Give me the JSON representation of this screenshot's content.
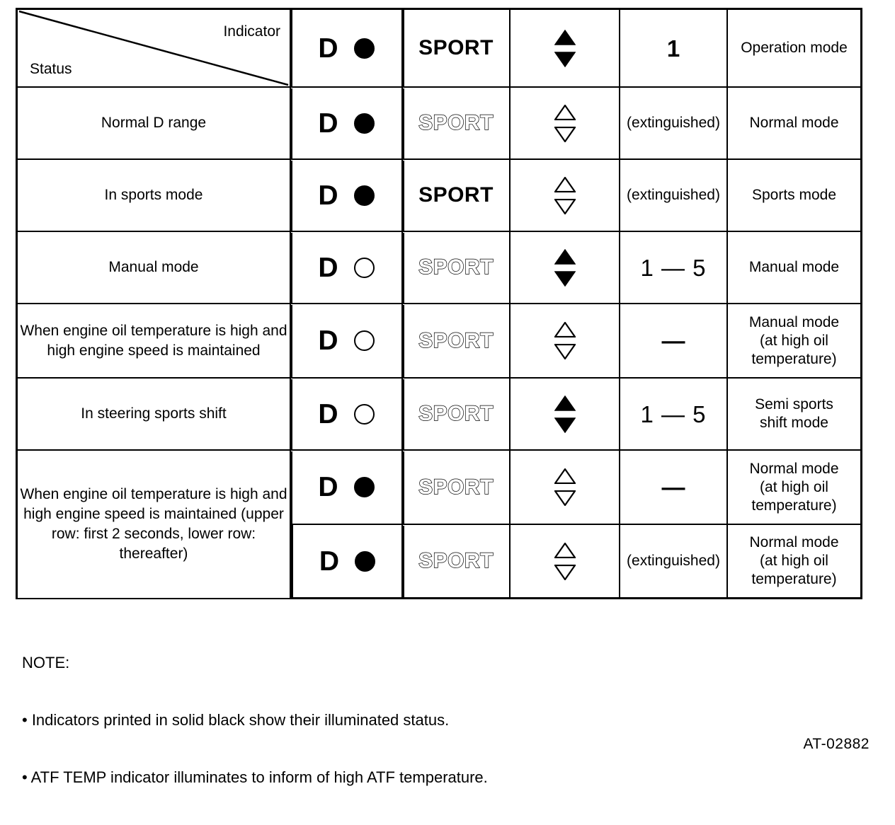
{
  "figure": {
    "id_label": "AT-02882"
  },
  "table": {
    "corner": {
      "indicator_label": "Indicator",
      "status_label": "Status",
      "diagonal": true
    },
    "columns": [
      {
        "key": "status",
        "header": "Status"
      },
      {
        "key": "d_lamp",
        "header_d": "D",
        "header_dot": "on"
      },
      {
        "key": "sport",
        "header": "SPORT",
        "header_state": "on"
      },
      {
        "key": "arrows",
        "header_up": "on",
        "header_down": "on"
      },
      {
        "key": "gear",
        "header": "1"
      },
      {
        "key": "mode",
        "header": "Operation mode"
      }
    ],
    "rows": [
      {
        "status": "Normal D range",
        "status_rowspan": 1,
        "d": "D",
        "dot": "off-filled",
        "sport": "SPORT",
        "sport_state": "off",
        "arrow_up": "off",
        "arrow_down": "off",
        "gear": "(extinguished)",
        "gear_style": "small",
        "mode": "Normal mode"
      },
      {
        "status": "In sports mode",
        "status_rowspan": 1,
        "d": "D",
        "dot": "off-filled",
        "sport": "SPORT",
        "sport_state": "on",
        "arrow_up": "off",
        "arrow_down": "off",
        "gear": "(extinguished)",
        "gear_style": "small",
        "mode": "Sports mode"
      },
      {
        "status": "Manual mode",
        "status_rowspan": 1,
        "d": "D",
        "dot": "hollow",
        "sport": "SPORT",
        "sport_state": "off",
        "arrow_up": "on",
        "arrow_down": "on",
        "gear": "1 — 5",
        "gear_style": "big",
        "mode": "Manual mode"
      },
      {
        "status": "When engine oil temperature is high and high engine speed is maintained",
        "status_rowspan": 1,
        "d": "D",
        "dot": "hollow",
        "sport": "SPORT",
        "sport_state": "off",
        "arrow_up": "off",
        "arrow_down": "off",
        "gear": "—",
        "gear_style": "dash",
        "mode": "Manual mode\n(at high oil\ntemperature)"
      },
      {
        "status": "In steering sports shift",
        "status_rowspan": 1,
        "d": "D",
        "dot": "hollow",
        "sport": "SPORT",
        "sport_state": "off",
        "arrow_up": "on",
        "arrow_down": "on",
        "gear": "1 — 5",
        "gear_style": "big",
        "mode": "Semi sports\nshift mode"
      },
      {
        "status": "When engine oil temperature is high and high engine speed is maintained (upper row: first 2 seconds, lower row: thereafter)",
        "status_rowspan": 2,
        "d": "D",
        "dot": "off-filled",
        "sport": "SPORT",
        "sport_state": "off",
        "arrow_up": "off",
        "arrow_down": "off",
        "gear": "—",
        "gear_style": "dash",
        "mode": "Normal mode\n(at high oil\ntemperature)"
      },
      {
        "status": null,
        "status_rowspan": 0,
        "d": "D",
        "dot": "off-filled",
        "sport": "SPORT",
        "sport_state": "off",
        "arrow_up": "off",
        "arrow_down": "off",
        "gear": "(extinguished)",
        "gear_style": "small",
        "mode": "Normal mode\n(at high oil\ntemperature)"
      }
    ]
  },
  "note": {
    "title": "NOTE:",
    "bullets": [
      "• Indicators printed in solid black show their illuminated status.",
      "• ATF TEMP indicator illuminates to inform of high ATF temperature."
    ]
  },
  "colors": {
    "ink": "#000000",
    "paper": "#ffffff"
  }
}
